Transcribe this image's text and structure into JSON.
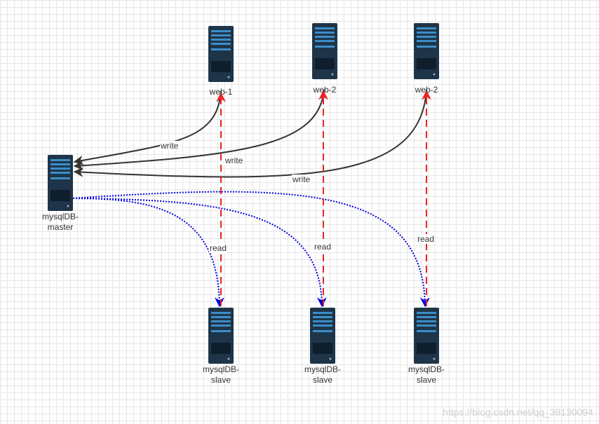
{
  "nodes": {
    "web1": {
      "label": "web-1"
    },
    "web2a": {
      "label": "web-2"
    },
    "web2b": {
      "label": "web-2"
    },
    "master": {
      "label_line1": "mysqlDB-",
      "label_line2": "master"
    },
    "slave1": {
      "label_line1": "mysqlDB-",
      "label_line2": "slave"
    },
    "slave2": {
      "label_line1": "mysqlDB-",
      "label_line2": "slave"
    },
    "slave3": {
      "label_line1": "mysqlDB-",
      "label_line2": "slave"
    }
  },
  "edges": {
    "write1": "write",
    "write2": "write",
    "write3": "write",
    "read1": "read",
    "read2": "read",
    "read3": "read"
  },
  "colors": {
    "write_edge": "#333333",
    "read_edge": "#ee2222",
    "replication_edge": "#0000dd",
    "server_body": "#1e3448",
    "server_accent": "#3c8dc8"
  },
  "icons": {
    "server": "server-icon"
  },
  "watermark": "https://blog.csdn.net/qq_38130094"
}
